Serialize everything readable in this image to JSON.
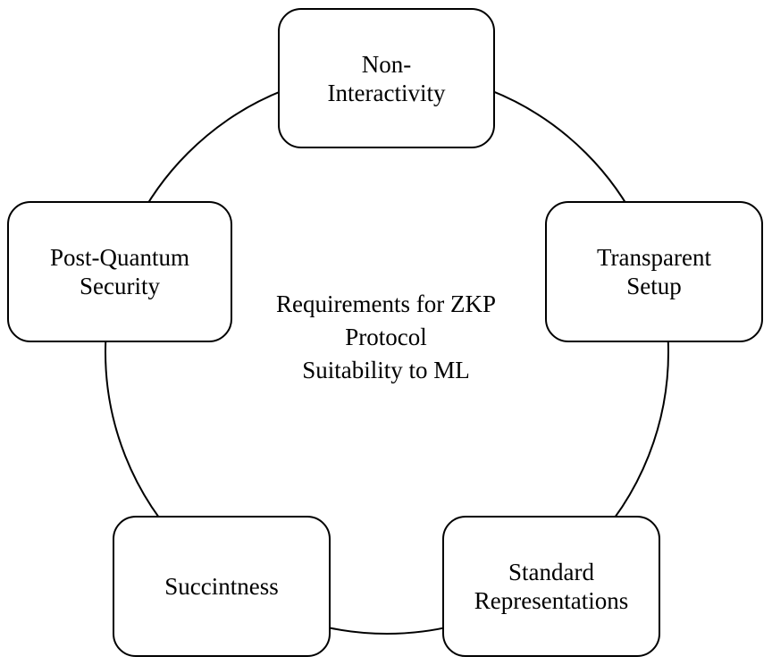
{
  "center": {
    "title": "Requirements for ZKP\nProtocol\nSuitability to ML"
  },
  "nodes": {
    "non_interactivity": "Non-\nInteractivity",
    "transparent_setup": "Transparent\nSetup",
    "post_quantum_security": "Post-Quantum\nSecurity",
    "succinctness": "Succintness",
    "standard_representations": "Standard\nRepresentations"
  },
  "colors": {
    "stroke": "#000000",
    "fill": "#ffffff"
  }
}
